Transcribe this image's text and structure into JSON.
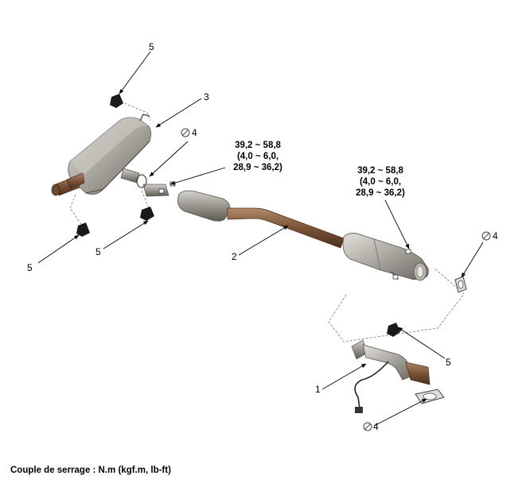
{
  "diagram": {
    "callouts": {
      "hanger_top": "5",
      "muffler": "3",
      "gasket_mid": "4",
      "hanger_left": "5",
      "hanger_mid": "5",
      "center_pipe": "2",
      "gasket_right": "4",
      "hanger_front": "5",
      "front_pipe": "1",
      "gasket_bottom": "4"
    },
    "torque_left": [
      "39,2 ~ 58,8",
      "(4,0 ~ 6,0,",
      "28,9 ~ 36,2)"
    ],
    "torque_right": [
      "39,2 ~ 58,8",
      "(4,0 ~ 6,0,",
      "28,9 ~ 36,2)"
    ],
    "caption": "Couple de serrage : N.m (kgf.m, lb-ft)",
    "icons": [
      "no-reuse-icon",
      "hanger-rubber-icon",
      "gasket-icon"
    ]
  }
}
